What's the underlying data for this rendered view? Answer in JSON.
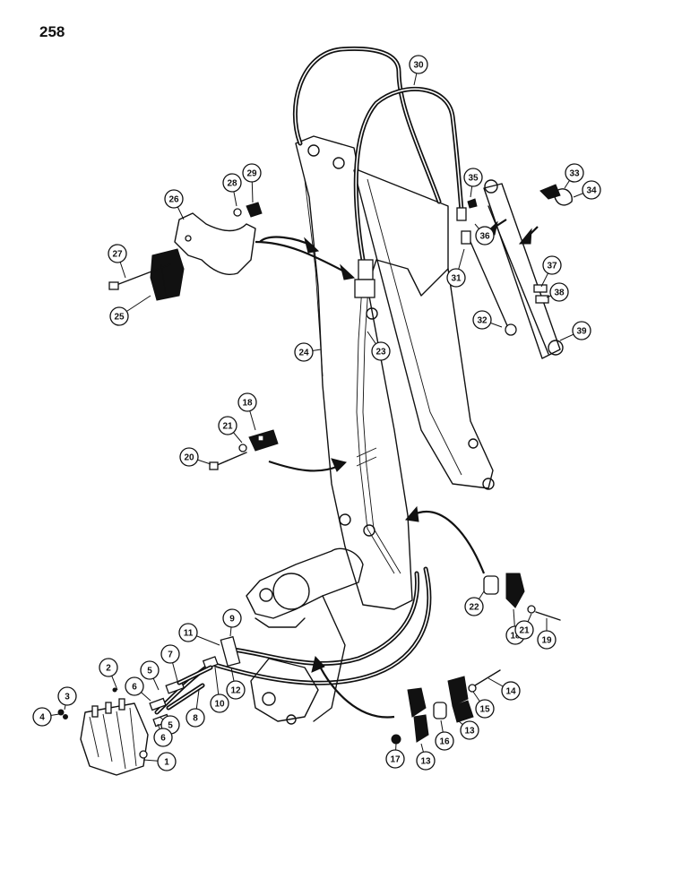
{
  "page_number": "258",
  "callouts": [
    {
      "label": "1"
    },
    {
      "label": "2"
    },
    {
      "label": "3"
    },
    {
      "label": "4"
    },
    {
      "label": "5"
    },
    {
      "label": "5"
    },
    {
      "label": "6"
    },
    {
      "label": "6"
    },
    {
      "label": "7"
    },
    {
      "label": "8"
    },
    {
      "label": "9"
    },
    {
      "label": "10"
    },
    {
      "label": "11"
    },
    {
      "label": "12"
    },
    {
      "label": "13"
    },
    {
      "label": "13"
    },
    {
      "label": "14"
    },
    {
      "label": "15"
    },
    {
      "label": "16"
    },
    {
      "label": "17"
    },
    {
      "label": "18"
    },
    {
      "label": "18"
    },
    {
      "label": "19"
    },
    {
      "label": "20"
    },
    {
      "label": "21"
    },
    {
      "label": "21"
    },
    {
      "label": "22"
    },
    {
      "label": "23"
    },
    {
      "label": "24"
    },
    {
      "label": "25"
    },
    {
      "label": "26"
    },
    {
      "label": "27"
    },
    {
      "label": "28"
    },
    {
      "label": "29"
    },
    {
      "label": "30"
    },
    {
      "label": "31"
    },
    {
      "label": "32"
    },
    {
      "label": "33"
    },
    {
      "label": "34"
    },
    {
      "label": "35"
    },
    {
      "label": "36"
    },
    {
      "label": "37"
    },
    {
      "label": "38"
    },
    {
      "label": "39"
    }
  ]
}
